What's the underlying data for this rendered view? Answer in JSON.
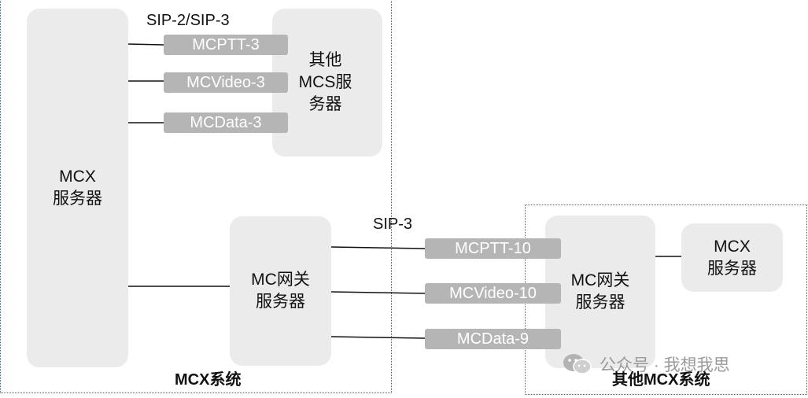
{
  "left_system": {
    "label": "MCX系统",
    "mcx_server": {
      "line1": "MCX",
      "line2": "服务器"
    },
    "other_mcs_server": {
      "line1": "其他",
      "line2": "MCS服",
      "line3": "务器"
    },
    "mc_gateway": {
      "line1": "MC网关",
      "line2": "服务器"
    },
    "top_protocol_label": "SIP-2/SIP-3",
    "top_interfaces": [
      "MCPTT-3",
      "MCVideo-3",
      "MCData-3"
    ]
  },
  "middle": {
    "protocol_label": "SIP-3",
    "interfaces": [
      "MCPTT-10",
      "MCVideo-10",
      "MCData-9"
    ]
  },
  "right_system": {
    "label": "其他MCX系统",
    "mc_gateway": {
      "line1": "MC网关",
      "line2": "服务器"
    },
    "mcx_server": {
      "line1": "MCX",
      "line2": "服务器"
    }
  },
  "watermark": {
    "icon": "wechat-icon",
    "text": "公众号 · 我想我思"
  },
  "colors": {
    "frame": "#3d6f7a",
    "node_fill": "#ebebeb",
    "pill_fill": "#b5b5b5",
    "pill_text": "#ffffff",
    "line": "#111111"
  }
}
